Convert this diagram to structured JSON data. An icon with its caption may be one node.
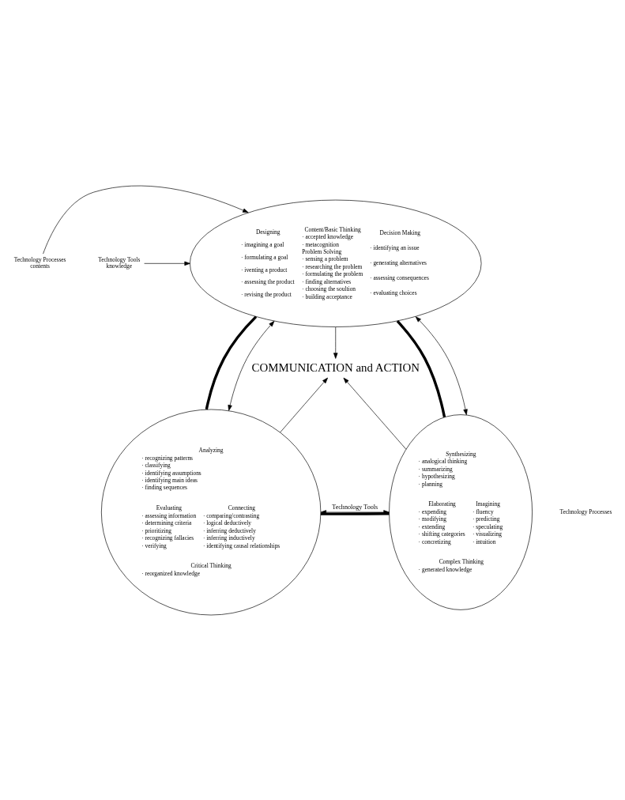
{
  "diagram": {
    "nodes": [
      {
        "text": [
          "Content/Basic Thinking",
          "· accepted knowledge",
          "· metacognition",
          "Problem Solving",
          "· sensing a problem",
          "· researching the problem",
          "· formulating the problem",
          "· finding alternatives",
          "· choosing the soultion",
          "· building acceptance",
          "Designing",
          "· imagining a goal",
          "· formulating a goal",
          "· iventing a product",
          "· assessing the product",
          "· revising the product",
          "Decision Making",
          "· identifying an issue",
          "· generating alternatives",
          "· assessing consequences",
          "· evaluating choices"
        ]
      },
      {
        "text": [
          "Technology Tools",
          "knowledge"
        ]
      },
      {
        "text": [
          "Technology Processes",
          "contents"
        ]
      },
      {
        "text": [
          "COMMUNICATION and ACTION"
        ]
      },
      {
        "text": [
          "Analyzing",
          "· recognizing patterns",
          "· classifying",
          "· identifying assumptions",
          "· identifying main ideas",
          "· finding sequences",
          "Evaluating",
          "· assessing information",
          "· determining criteria",
          "· prioritizing",
          "· recognizing fallacies",
          "· verifying",
          "Connecting",
          "· comparing/contrasting",
          "· logical deductively",
          "· inferring deductively",
          "· inferring inductively",
          "· identifying causal relationships",
          "Critical Thinking",
          "· reorganized knowledge"
        ]
      },
      {
        "text": [
          "Synthesizing",
          "· analogical thinking",
          "· summarizing",
          "· hypothesizing",
          "· planning",
          "Elaborating",
          "· expending",
          "· modifying",
          "· extending",
          "· shifting categories",
          "· concretizing",
          "Imagining",
          "· fluency",
          "· predicting",
          "· speculating",
          "· visualizing",
          "· intuition",
          "Complex Thinking",
          "· generated knowledge"
        ]
      }
    ],
    "edges": [
      {
        "from": 1,
        "to": 0,
        "arrow": "to"
      },
      {
        "from": 2,
        "to": 0,
        "arrow": "to"
      },
      {
        "from": 0,
        "to": 3,
        "arrow": "to"
      },
      {
        "from": 0,
        "to": 4,
        "arrow": "none",
        "style": "thick"
      },
      {
        "from": 0,
        "to": 5,
        "arrow": "none",
        "style": "thick"
      },
      {
        "from": 0,
        "to": 4,
        "arrow": "both"
      },
      {
        "from": 0,
        "to": 5,
        "arrow": "both"
      },
      {
        "from": 4,
        "to": 3,
        "arrow": "to"
      },
      {
        "from": 5,
        "to": 3,
        "arrow": "to"
      },
      {
        "from": 4,
        "to": 5,
        "arrow": "none",
        "style": "thick"
      },
      {
        "from": 4,
        "to": 5,
        "arrow": "both",
        "label": "Technology Tools"
      }
    ],
    "labels": [
      "Technology Processes"
    ]
  }
}
